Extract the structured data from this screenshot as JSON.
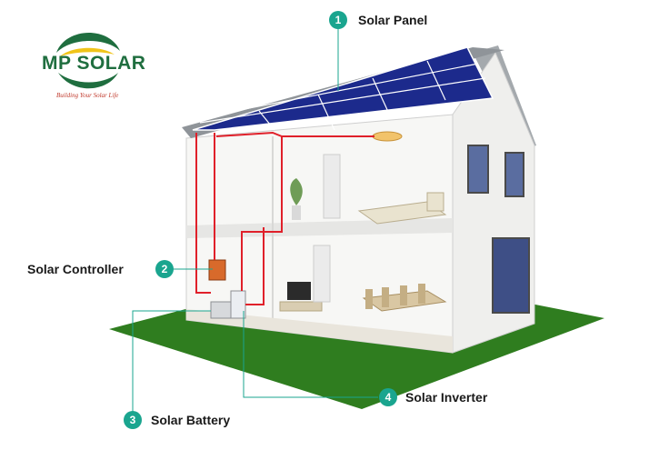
{
  "logo": {
    "brand": "MP SOLAR",
    "tagline": "Building Your Solar Life"
  },
  "callouts": [
    {
      "number": "1",
      "label": "Solar Panel"
    },
    {
      "number": "2",
      "label": "Solar Controller"
    },
    {
      "number": "3",
      "label": "Solar Battery"
    },
    {
      "number": "4",
      "label": "Solar Inverter"
    }
  ],
  "colors": {
    "badge": "#1aa58f",
    "leader_line": "#1aa58f",
    "wire": "#e0202a",
    "lawn": "#2f7d1f",
    "roof": "#8f9499",
    "panel": "#1c2a8c",
    "wall": "#f4f4f2",
    "logo_green": "#1f6e3f",
    "logo_yellow": "#f0c419"
  }
}
